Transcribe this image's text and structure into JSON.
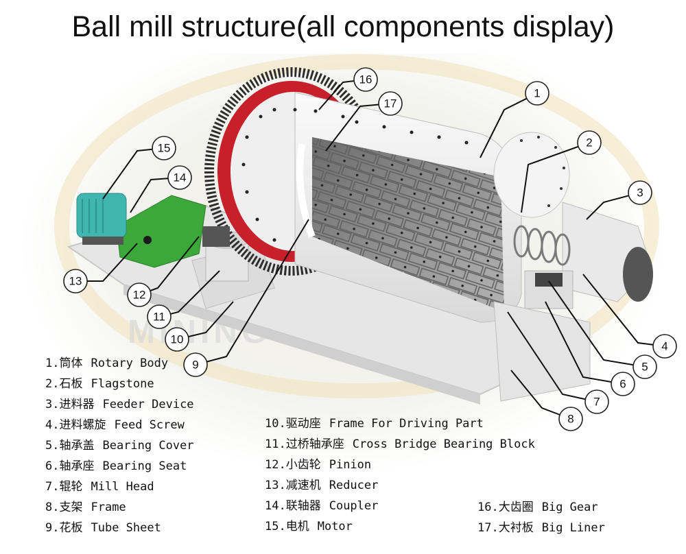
{
  "title": "Ball mill structure(all components display)",
  "watermark": "MINING EQUIPMENT",
  "colors": {
    "motor": "#3fb6b0",
    "reducer": "#3da83a",
    "gear_ring": "#c8202a",
    "body": "#eeeeee",
    "liner": "#8a8a8a"
  },
  "callouts": [
    "1",
    "2",
    "3",
    "4",
    "5",
    "6",
    "7",
    "8",
    "9",
    "10",
    "11",
    "12",
    "13",
    "14",
    "15",
    "16",
    "17"
  ],
  "legend": [
    {
      "num": "1.",
      "cn": "筒体",
      "en": "Rotary Body"
    },
    {
      "num": "2.",
      "cn": "石板",
      "en": "Flagstone"
    },
    {
      "num": "3.",
      "cn": "进料器",
      "en": "Feeder Device"
    },
    {
      "num": "4.",
      "cn": "进料螺旋",
      "en": "Feed Screw"
    },
    {
      "num": "5.",
      "cn": "轴承盖",
      "en": "Bearing Cover"
    },
    {
      "num": "6.",
      "cn": "轴承座",
      "en": "Bearing Seat"
    },
    {
      "num": "7.",
      "cn": "辊轮",
      "en": "Mill Head"
    },
    {
      "num": "8.",
      "cn": "支架",
      "en": "Frame"
    },
    {
      "num": "9.",
      "cn": "花板",
      "en": "Tube Sheet"
    },
    {
      "num": "10.",
      "cn": "驱动座",
      "en": "Frame For Driving Part"
    },
    {
      "num": "11.",
      "cn": "过桥轴承座",
      "en": "Cross Bridge Bearing Block"
    },
    {
      "num": "12.",
      "cn": "小齿轮",
      "en": "Pinion"
    },
    {
      "num": "13.",
      "cn": "减速机",
      "en": "Reducer"
    },
    {
      "num": "14.",
      "cn": "联轴器",
      "en": "Coupler"
    },
    {
      "num": "15.",
      "cn": "电机",
      "en": "Motor"
    },
    {
      "num": "16.",
      "cn": "大齿圈",
      "en": "Big Gear"
    },
    {
      "num": "17.",
      "cn": "大衬板",
      "en": "Big Liner"
    }
  ]
}
